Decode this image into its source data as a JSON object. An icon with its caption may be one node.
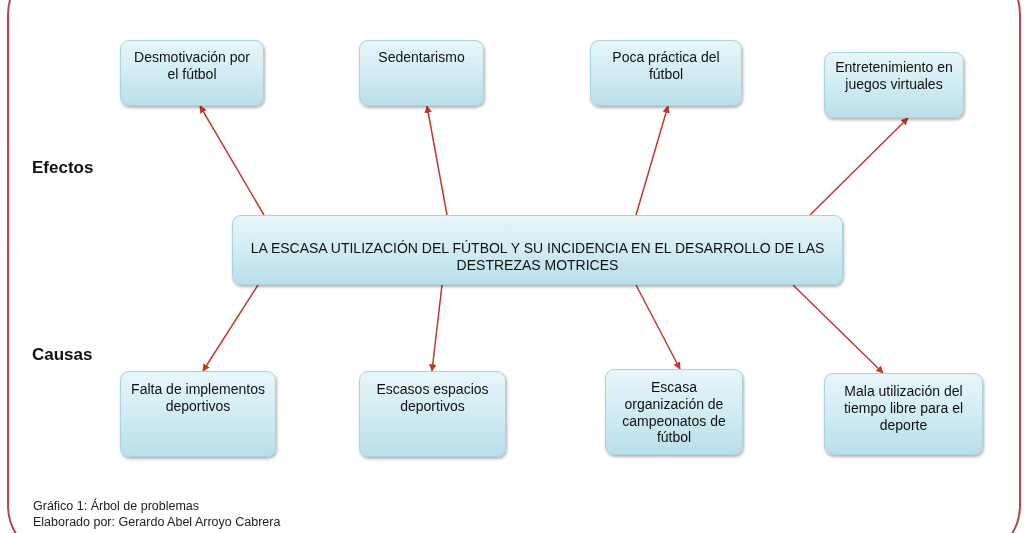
{
  "diagram": {
    "caption": "Gráfico 1: Árbol de problemas",
    "nodes": [
      {
        "text": [
          "Desmotivación por el fútbol"
        ]
      },
      {
        "text": [
          "Sedentarismo"
        ]
      },
      {
        "text": [
          "Poca práctica del fútbol"
        ]
      },
      {
        "text": [
          "Entretenimiento en juegos virtuales"
        ]
      },
      {
        "text": [
          "LA ESCASA UTILIZACIÓN DEL FÚTBOL Y SU INCIDENCIA EN EL DESARROLLO DE LAS DESTREZAS MOTRICES"
        ]
      },
      {
        "text": [
          "Falta de implementos deportivos"
        ]
      },
      {
        "text": [
          "Escasos espacios deportivos"
        ]
      },
      {
        "text": [
          "Escasa organización de campeonatos de fútbol"
        ]
      },
      {
        "text": [
          "Mala utilización del tiempo libre para el deporte"
        ]
      }
    ],
    "edges": [
      {
        "from": 4,
        "to": 0,
        "arrow": "to"
      },
      {
        "from": 4,
        "to": 1,
        "arrow": "to"
      },
      {
        "from": 4,
        "to": 2,
        "arrow": "to"
      },
      {
        "from": 4,
        "to": 3,
        "arrow": "to"
      },
      {
        "from": 4,
        "to": 5,
        "arrow": "to"
      },
      {
        "from": 4,
        "to": 6,
        "arrow": "to"
      },
      {
        "from": 4,
        "to": 7,
        "arrow": "to"
      },
      {
        "from": 4,
        "to": 8,
        "arrow": "to"
      }
    ],
    "labels": [
      "Efectos",
      "Causas",
      "Elaborado por: Gerardo Abel Arroyo Cabrera"
    ]
  }
}
